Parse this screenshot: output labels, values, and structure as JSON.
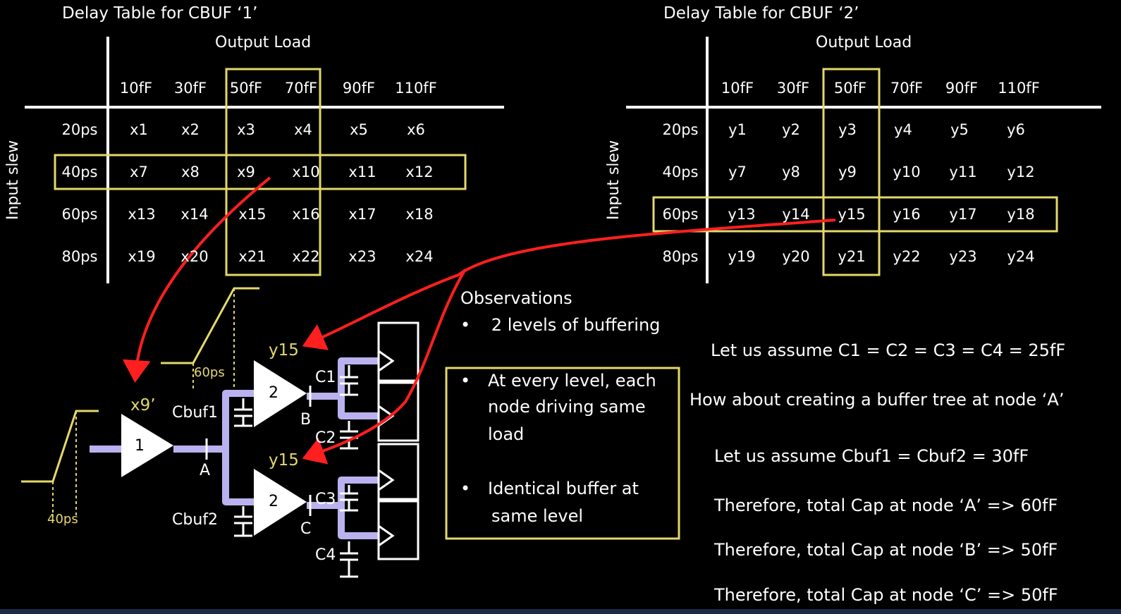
{
  "table1": {
    "title": "Delay Table for CBUF ‘1’",
    "output_load_label": "Output Load",
    "input_slew_label": "Input slew",
    "columns": [
      "10fF",
      "30fF",
      "50fF",
      "70fF",
      "90fF",
      "110fF"
    ],
    "rows": [
      "20ps",
      "40ps",
      "60ps",
      "80ps"
    ],
    "cells": [
      [
        "x1",
        "x2",
        "x3",
        "x4",
        "x5",
        "x6"
      ],
      [
        "x7",
        "x8",
        "x9",
        "x10",
        "x11",
        "x12"
      ],
      [
        "x13",
        "x14",
        "x15",
        "x16",
        "x17",
        "x18"
      ],
      [
        "x19",
        "x20",
        "x21",
        "x22",
        "x23",
        "x24"
      ]
    ]
  },
  "table2": {
    "title": "Delay Table for CBUF ‘2’",
    "output_load_label": "Output Load",
    "input_slew_label": "Input slew",
    "columns": [
      "10fF",
      "30fF",
      "50fF",
      "70fF",
      "90fF",
      "110fF"
    ],
    "rows": [
      "20ps",
      "40ps",
      "60ps",
      "80ps"
    ],
    "cells": [
      [
        "y1",
        "y2",
        "y3",
        "y4",
        "y5",
        "y6"
      ],
      [
        "y7",
        "y8",
        "y9",
        "y10",
        "y11",
        "y12"
      ],
      [
        "y13",
        "y14",
        "y15",
        "y16",
        "y17",
        "y18"
      ],
      [
        "y19",
        "y20",
        "y21",
        "y22",
        "y23",
        "y24"
      ]
    ]
  },
  "circuit": {
    "input_slew": "40ps",
    "mid_slew": "60ps",
    "x9_label": "x9’",
    "y15_top": "y15",
    "y15_bottom": "y15",
    "buf1": "1",
    "buf2_top": "2",
    "buf2_bottom": "2",
    "node_a": "A",
    "node_b": "B",
    "node_c": "C",
    "cbuf1": "Cbuf1",
    "cbuf2": "Cbuf2",
    "c1": "C1",
    "c2": "C2",
    "c3": "C3",
    "c4": "C4"
  },
  "observations": {
    "title": "Observations",
    "bullet1": "2 levels of buffering",
    "box_bullet1": [
      "At every level, each",
      "node driving same",
      "load"
    ],
    "box_bullet2": [
      "Identical buffer at",
      "same level"
    ]
  },
  "info": {
    "line1": "Let us assume C1 = C2 = C3 = C4 = 25fF",
    "line2": "How about creating a buffer tree at node ‘A’",
    "line3": "Let us assume Cbuf1 = Cbuf2 = 30fF",
    "line4": "Therefore, total Cap at node ‘A’  => 60fF",
    "line5": "Therefore, total Cap at node ‘B’  => 50fF",
    "line6": "Therefore, total Cap at node ‘C’  => 50fF"
  },
  "colors": {
    "highlight": "#e3d96b",
    "arrow": "#ff1f1f",
    "wire": "#b9b2ee",
    "background": "#000000"
  }
}
